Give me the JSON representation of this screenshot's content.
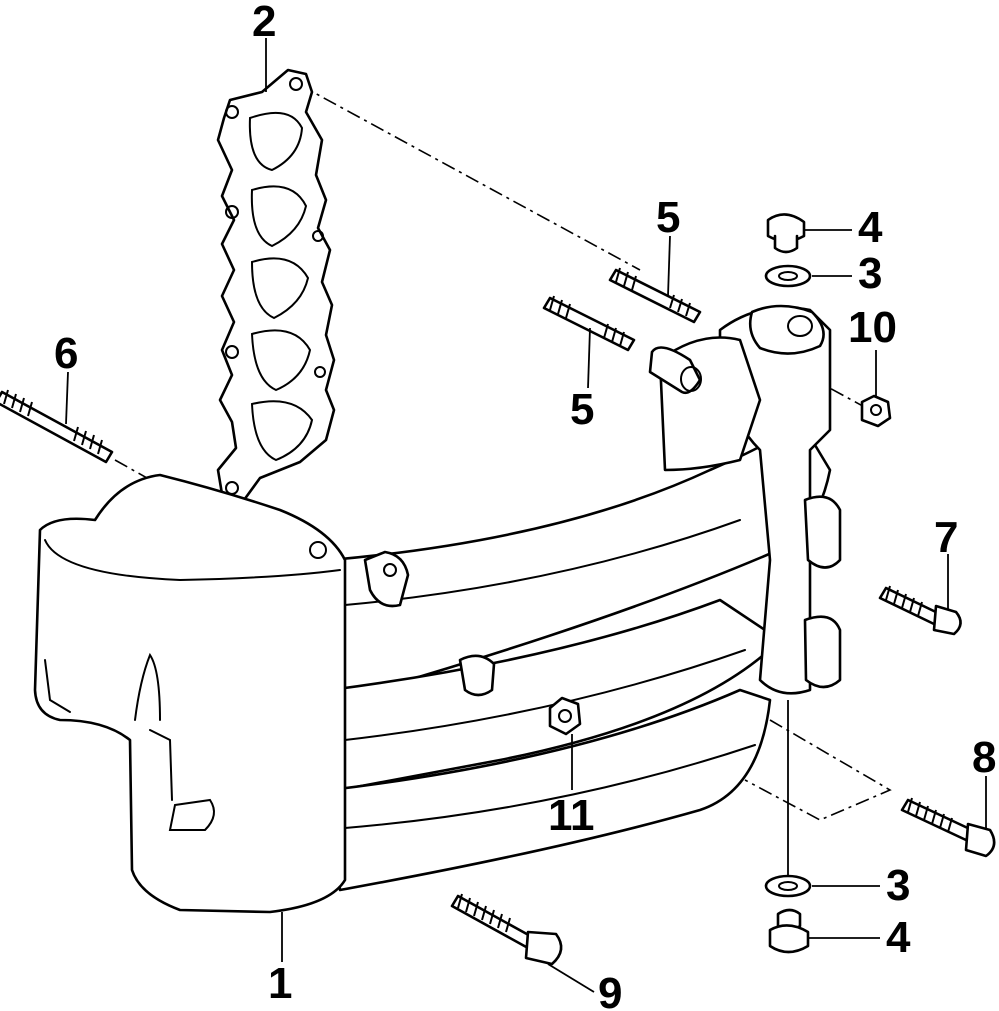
{
  "callouts": {
    "c1": "1",
    "c2": "2",
    "c3_top": "3",
    "c3_bottom": "3",
    "c4_top": "4",
    "c4_bottom": "4",
    "c5_upper": "5",
    "c5_lower": "5",
    "c6": "6",
    "c7": "7",
    "c8": "8",
    "c9": "9",
    "c10": "10",
    "c11": "11"
  },
  "colors": {
    "line": "#000000",
    "background": "#ffffff"
  }
}
